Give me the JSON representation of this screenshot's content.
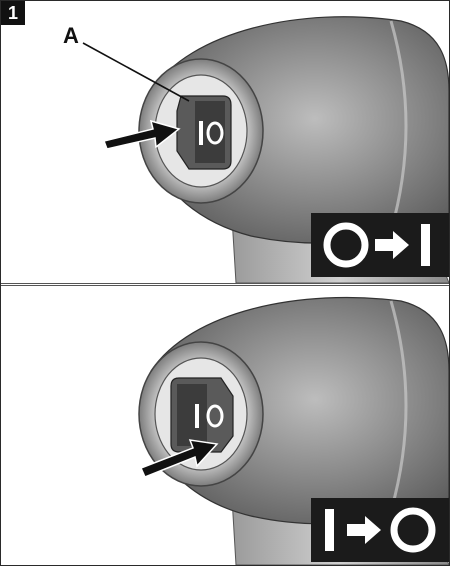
{
  "figure": {
    "number": "1",
    "callout_label": "A"
  },
  "panels": [
    {
      "name": "switch-on",
      "legend": "O → I"
    },
    {
      "name": "switch-off",
      "legend": "I → O"
    }
  ]
}
